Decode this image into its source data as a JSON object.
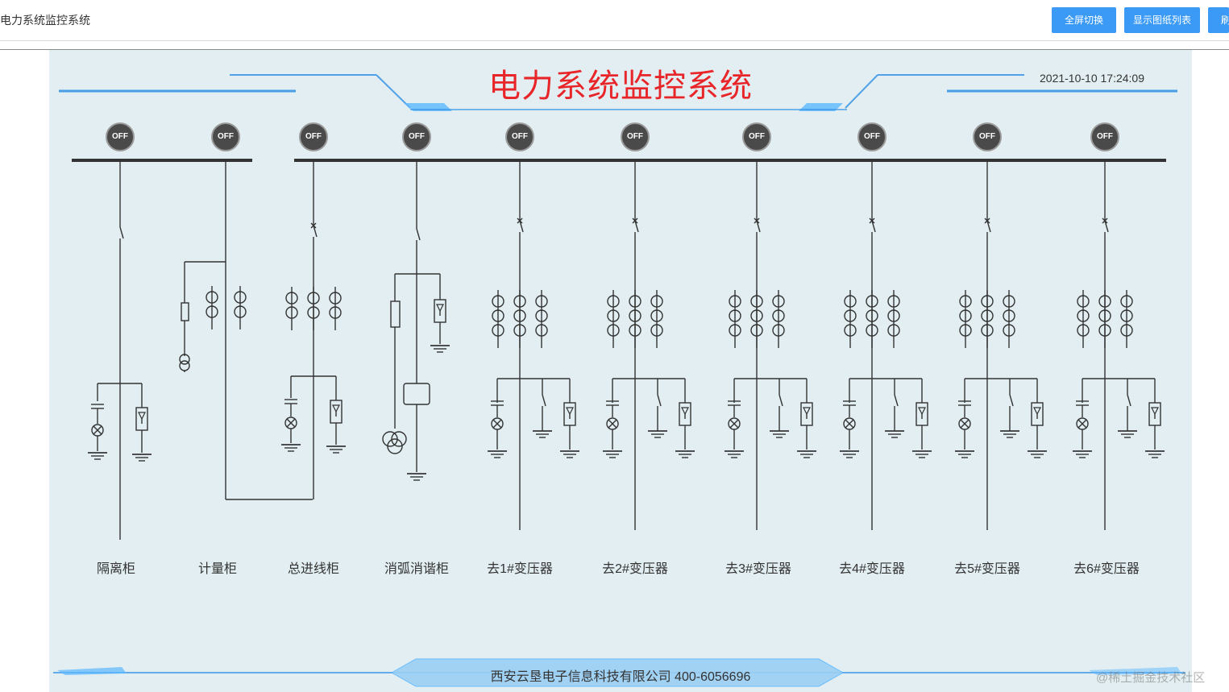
{
  "app": {
    "title": "电力系统监控系统"
  },
  "toolbar": {
    "fullscreen_label": "全屏切换",
    "drawing_list_label": "显示图纸列表",
    "refresh_label": "刷"
  },
  "diagram": {
    "title": "电力系统监控系统",
    "datetime": "2021-10-10 17:24:09",
    "switch_state": "OFF",
    "cabinets": [
      "隔离柜",
      "计量柜",
      "总进线柜",
      "消弧消谐柜",
      "去1#变压器",
      "去2#变压器",
      "去3#变压器",
      "去4#变压器",
      "去5#变压器",
      "去6#变压器"
    ],
    "footer": "西安云垦电子信息科技有限公司  400-6056696"
  },
  "watermark": "@稀土掘金技术社区",
  "colors": {
    "accent": "#3a9af5",
    "title_red": "#e8262a",
    "panel_bg": "#e2eef1",
    "line_blue": "#2e8fe6"
  }
}
